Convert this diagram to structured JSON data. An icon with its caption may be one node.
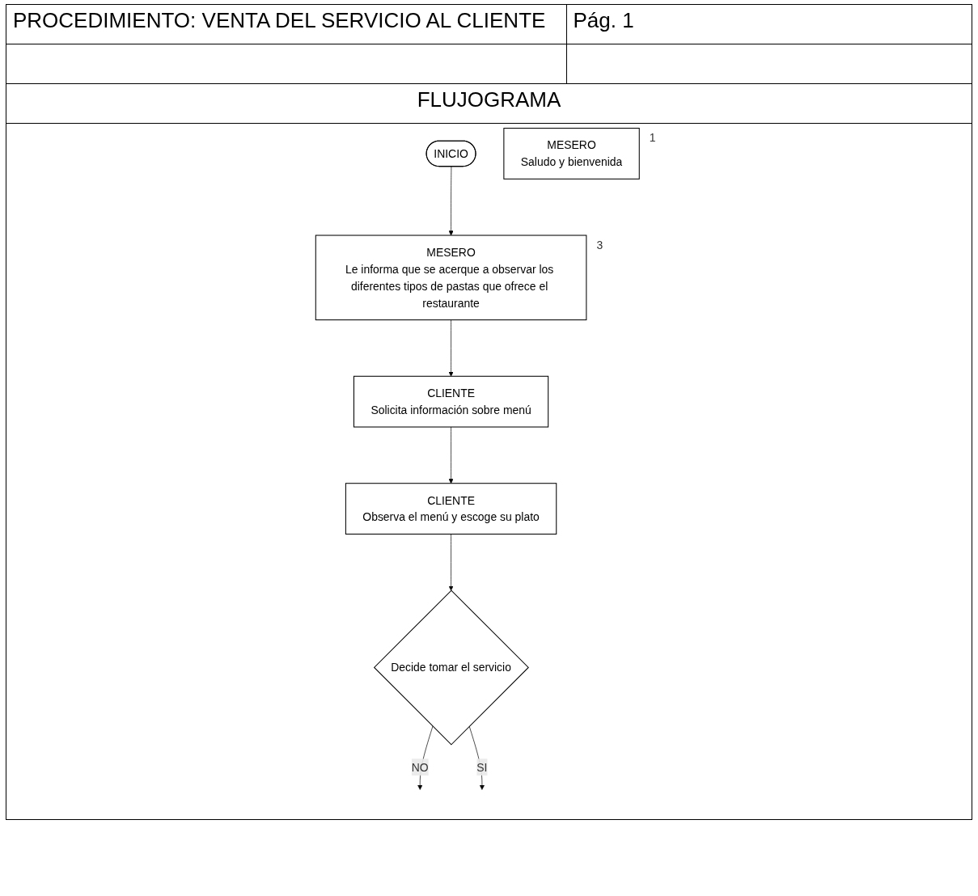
{
  "diagram": {
    "title": "PROCEDIMIENTO: VENTA DEL SERVICIO AL CLIENTE",
    "nodes": [
      {
        "text": [
          "INICIO"
        ]
      },
      {
        "text": [
          "MESERO",
          "Saludo y bienvenida"
        ],
        "beside": [
          "1"
        ]
      },
      {
        "text": [
          "MESERO",
          "Le informa que se acerque a observar los diferentes tipos de pastas que ofrece el restaurante"
        ],
        "beside": [
          "3"
        ]
      },
      {
        "text": [
          "CLIENTE",
          "Solicita información sobre menú"
        ]
      },
      {
        "text": [
          "CLIENTE",
          "Observa el menú y escoge su plato"
        ]
      },
      {
        "text": [
          "Decide tomar el servicio"
        ]
      }
    ],
    "edges": [
      {
        "from": 0,
        "to": 2,
        "arrow": "to"
      },
      {
        "from": 2,
        "to": 3,
        "arrow": "to"
      },
      {
        "from": 3,
        "to": 4,
        "arrow": "to"
      },
      {
        "from": 4,
        "to": 5,
        "arrow": "to"
      },
      {
        "from": 5,
        "to": null,
        "arrow": "to",
        "label": "NO"
      },
      {
        "from": 5,
        "to": null,
        "arrow": "to",
        "label": "SI"
      }
    ],
    "labels": [
      "Pág. 1",
      "FLUJOGRAMA"
    ]
  }
}
